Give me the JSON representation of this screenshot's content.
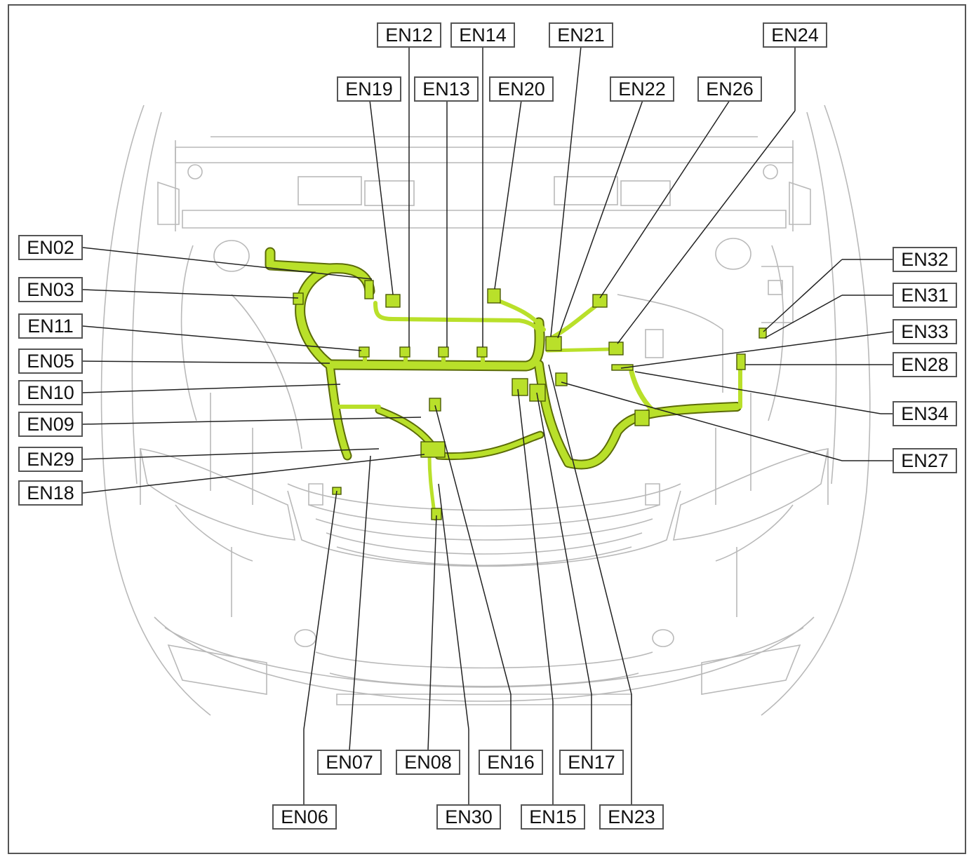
{
  "colors": {
    "harness": "#b9e02a",
    "harness_outline": "#5b6b07",
    "car_outline": "#b9b9b9",
    "label_border": "#555555",
    "leader": "#222222"
  },
  "labels": {
    "EN02": "EN02",
    "EN03": "EN03",
    "EN05": "EN05",
    "EN06": "EN06",
    "EN07": "EN07",
    "EN08": "EN08",
    "EN09": "EN09",
    "EN10": "EN10",
    "EN11": "EN11",
    "EN12": "EN12",
    "EN13": "EN13",
    "EN14": "EN14",
    "EN15": "EN15",
    "EN16": "EN16",
    "EN17": "EN17",
    "EN18": "EN18",
    "EN19": "EN19",
    "EN20": "EN20",
    "EN21": "EN21",
    "EN22": "EN22",
    "EN23": "EN23",
    "EN24": "EN24",
    "EN26": "EN26",
    "EN27": "EN27",
    "EN28": "EN28",
    "EN29": "EN29",
    "EN30": "EN30",
    "EN31": "EN31",
    "EN32": "EN32",
    "EN33": "EN33",
    "EN34": "EN34"
  }
}
